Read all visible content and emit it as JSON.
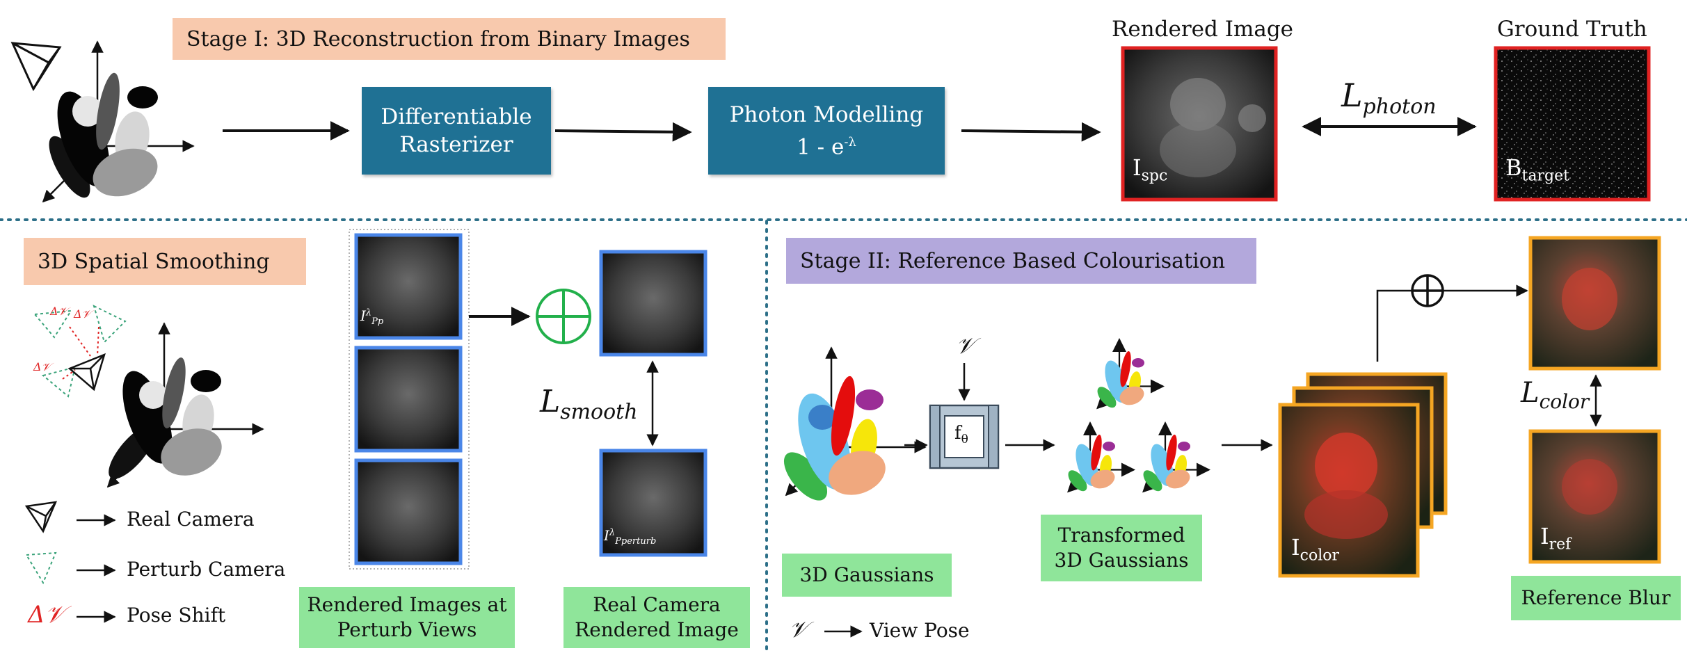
{
  "stage1": {
    "title": "Stage I: 3D Reconstruction from Binary Images",
    "rasterizer": [
      "Differentiable",
      "Rasterizer"
    ],
    "photon": [
      "Photon Modelling",
      "1 - e",
      "-λ"
    ],
    "rendered_title": "Rendered Image",
    "gt_title": "Ground Truth",
    "loss": "L",
    "loss_sub": "photon",
    "img_spc": "I",
    "img_spc_sub": "spc",
    "img_target": "B",
    "img_target_sub": "target"
  },
  "smoothing": {
    "title": "3D Spatial Smoothing",
    "delta": "Δ𝒱",
    "legend": [
      {
        "symbol": "camera",
        "label": "Real Camera"
      },
      {
        "symbol": "perturb-camera",
        "label": "Perturb Camera"
      },
      {
        "symbol": "Δ𝒱",
        "label": "Pose Shift"
      }
    ],
    "stack_label": "I",
    "stack_sup": "λ",
    "stack_sub": "Pp",
    "real_label": "I",
    "real_sup": "λ",
    "real_sub": "Pperturb",
    "loss": "L",
    "loss_sub": "smooth",
    "box_perturb": [
      "Rendered Images at",
      "Perturb Views"
    ],
    "box_real": [
      "Real Camera",
      "Rendered Image"
    ]
  },
  "stage2": {
    "title": "Stage II: Reference Based Colourisation",
    "view_symbol": "𝒱",
    "f_label": "f",
    "f_sub": "θ",
    "box_gaussians": "3D Gaussians",
    "box_transformed": [
      "Transformed",
      "3D Gaussians"
    ],
    "box_ref": "Reference Blur",
    "view_pose": "View Pose",
    "img_color": "I",
    "img_color_sub": "color",
    "img_ref": "I",
    "img_ref_sub": "ref",
    "loss": "L",
    "loss_sub": "color"
  },
  "colors": {
    "stage_box": "#f8c9ad",
    "stage2_box": "#b3a8dc",
    "blue_box": "#1f7194",
    "green_box": "#8fe59a",
    "red_border": "#e02222",
    "blue_border": "#4a86e8",
    "orange_border": "#f5a623",
    "plus_green": "#22b04b",
    "divider": "#2c6f88"
  }
}
